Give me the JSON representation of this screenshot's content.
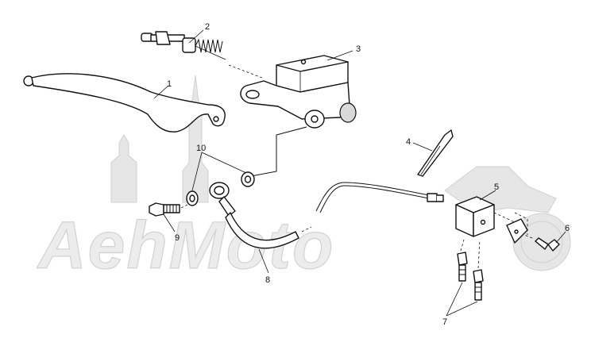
{
  "watermark": {
    "text": "AehMoto"
  },
  "callouts": [
    {
      "id": "1",
      "label": "1"
    },
    {
      "id": "2",
      "label": "2"
    },
    {
      "id": "3",
      "label": "3"
    },
    {
      "id": "4",
      "label": "4"
    },
    {
      "id": "5",
      "label": "5"
    },
    {
      "id": "6",
      "label": "6"
    },
    {
      "id": "7",
      "label": "7"
    },
    {
      "id": "8",
      "label": "8"
    },
    {
      "id": "9",
      "label": "9"
    },
    {
      "id": "10",
      "label": "10"
    }
  ]
}
